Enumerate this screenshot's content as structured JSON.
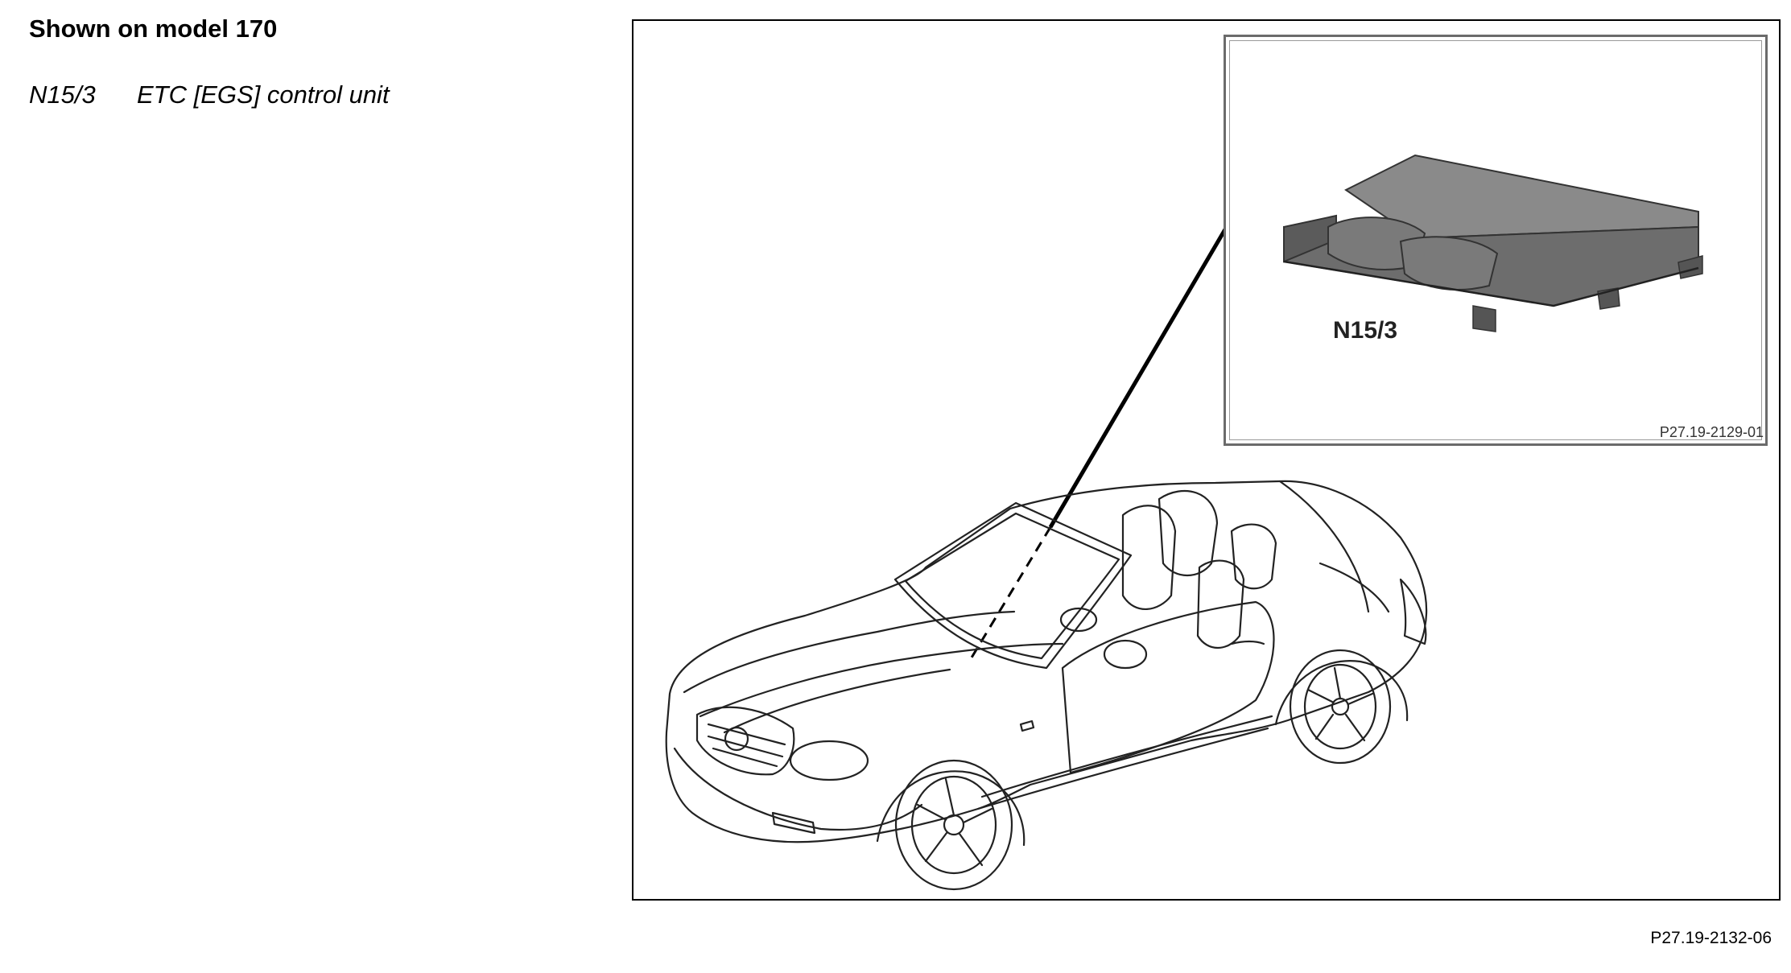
{
  "heading": "Shown on model 170",
  "legend": [
    {
      "code": "N15/3",
      "description": "ETC [EGS] control unit"
    }
  ],
  "inset": {
    "callout_label": "N15/3",
    "reference": "P27.19-2129-01"
  },
  "figure_reference": "P27.19-2132-06"
}
